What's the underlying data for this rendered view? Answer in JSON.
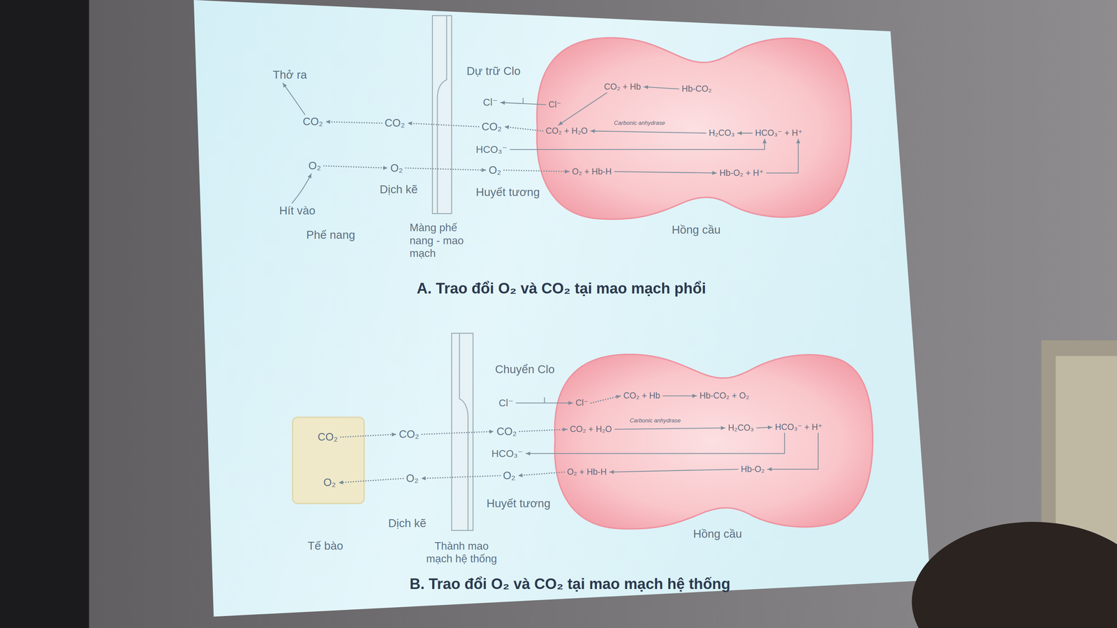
{
  "diagram": {
    "nodes": [
      {
        "text": [
          "Cl⁻",
          "CO₂ + Hb",
          "Hb-CO₂",
          "CO₂ + H₂O",
          "Carbonic anhydrase",
          "H₂CO₃",
          "HCO₃⁻ + H⁺",
          "O₂ + Hb-H",
          "Hb-O₂ + H⁺",
          "Hồng cầu"
        ]
      },
      {
        "text": [
          "CO₂",
          "O₂",
          "Tế bào"
        ]
      },
      {
        "text": [
          "Cl⁻",
          "CO₂ + Hb",
          "Hb-CO₂ + O₂",
          "CO₂ + H₂O",
          "Carbonic anhydrase",
          "H₂CO₃",
          "HCO₃⁻ + H⁺",
          "O₂ + Hb-H",
          "Hb-O₂",
          "Hồng cầu"
        ]
      }
    ],
    "labels": [
      "Thở ra",
      "Dự trữ Clo",
      "Cl⁻",
      "CO₂",
      "CO₂",
      "CO₂",
      "HCO₃⁻",
      "O₂",
      "O₂",
      "O₂",
      "Dịch kẽ",
      "Huyết tương",
      "Hít vào",
      "Phế nang",
      "Màng phế nang - mao mạch",
      "A. Trao đổi O₂ và CO₂ tại mao mạch phổi",
      "Chuyển Clo",
      "Cl⁻",
      "CO₂",
      "CO₂",
      "HCO₃⁻",
      "O₂",
      "O₂",
      "Huyết tương",
      "Dịch kẽ",
      "Thành mao mạch hệ thống",
      "B. Trao đổi O₂ và CO₂ tại mao mạch hệ thống"
    ]
  }
}
